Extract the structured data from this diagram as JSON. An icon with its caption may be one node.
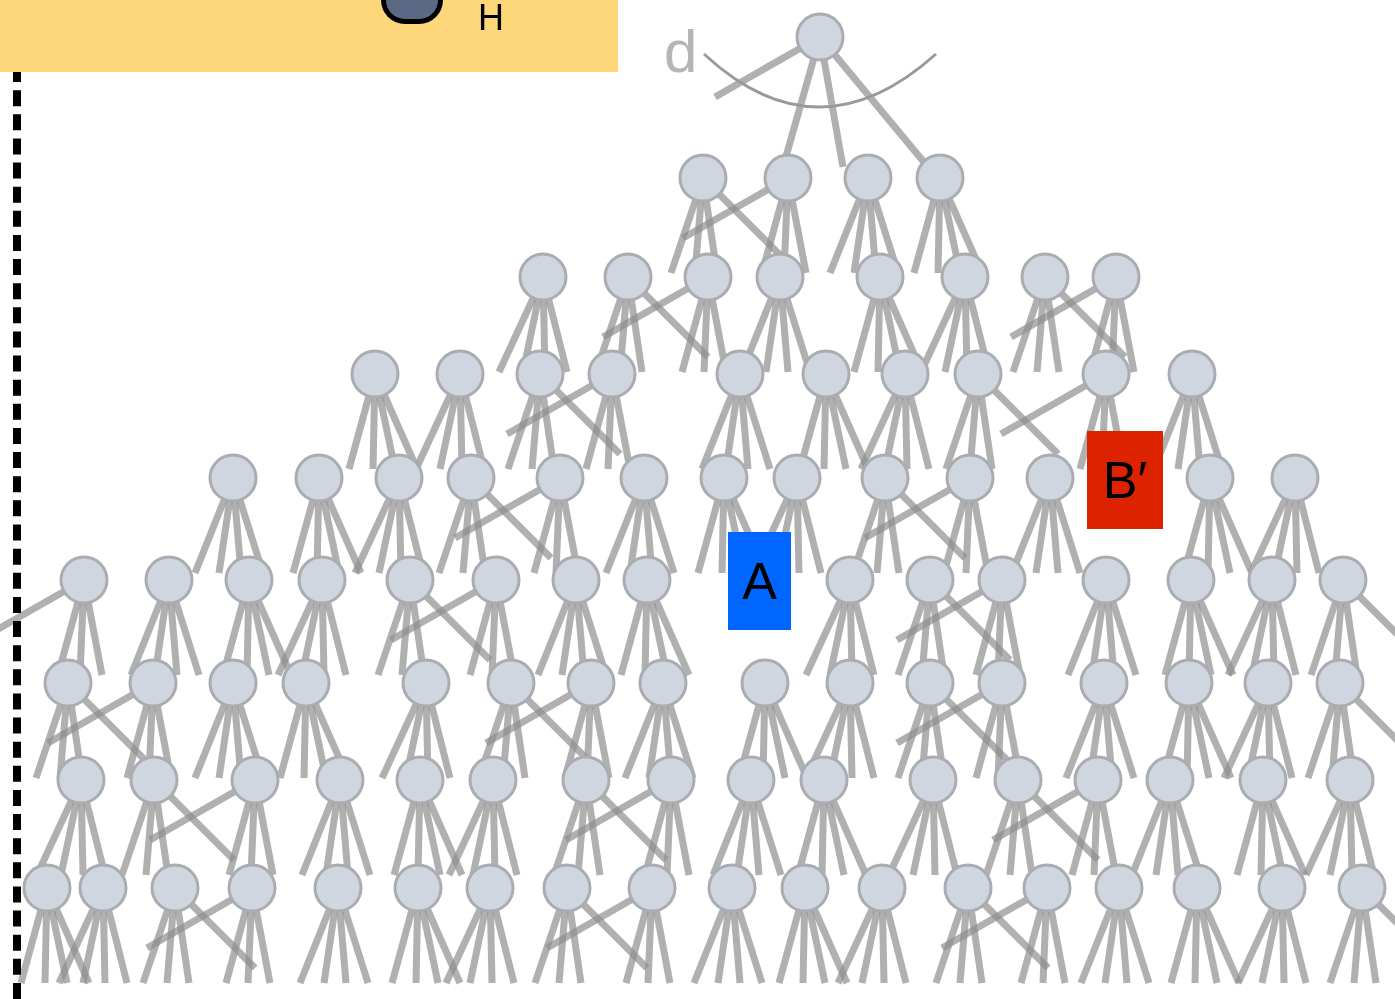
{
  "diagram": {
    "nodes": [
      {
        "text": [
          "H"
        ]
      },
      {
        "text": [
          "A"
        ]
      },
      {
        "text": [
          "B′"
        ]
      }
    ],
    "labels": [
      "d"
    ]
  }
}
